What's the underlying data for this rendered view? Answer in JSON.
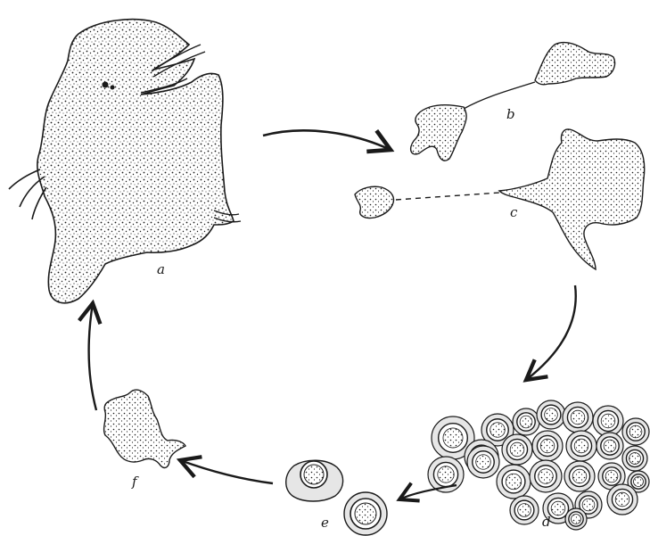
{
  "figure": {
    "labels": {
      "a": "a",
      "b": "b",
      "c": "c",
      "d": "d",
      "e": "e",
      "f": "f"
    },
    "colors": {
      "ink": "#1a1a1a",
      "stipple": "#d9d9d9",
      "cyst_wall": "#9a9a9a",
      "cyst_fill": "#e6e6e6"
    }
  }
}
